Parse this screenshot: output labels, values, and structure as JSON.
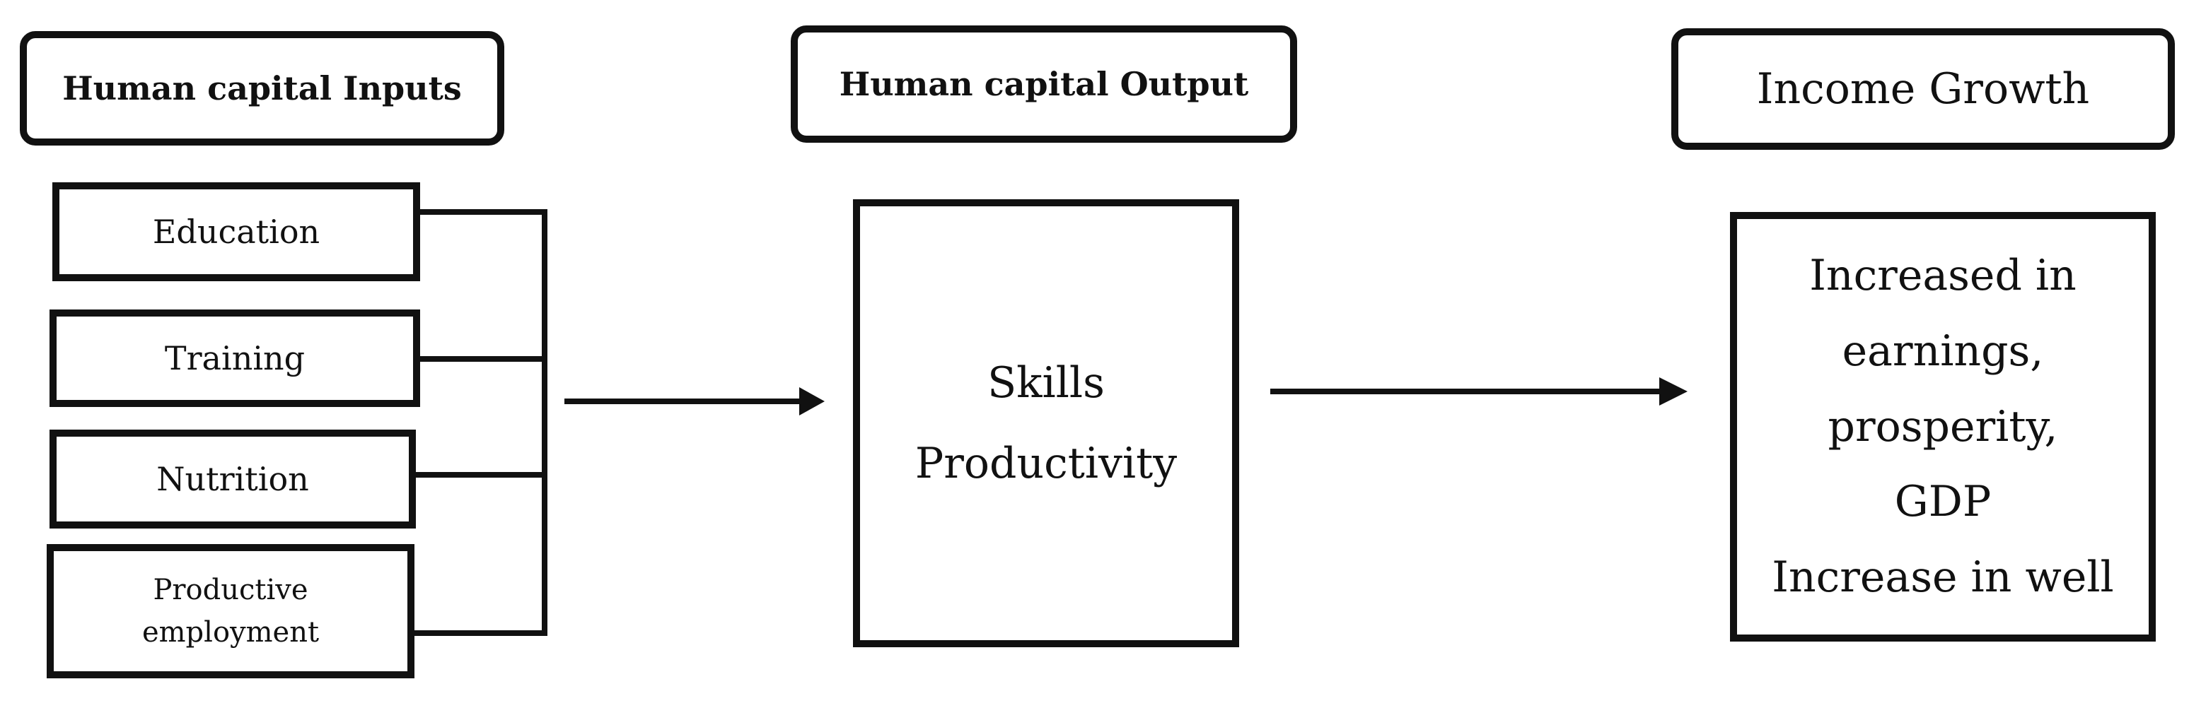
{
  "headers": {
    "inputs": "Human capital Inputs",
    "output": "Human capital Output",
    "income": "Income Growth"
  },
  "inputs": [
    "Education",
    "Training",
    "Nutrition",
    "Productive employment"
  ],
  "output_box": {
    "lines": [
      "Skills",
      "Productivity"
    ]
  },
  "income_box": {
    "lines": [
      "Increased in",
      "earnings,",
      "prosperity,",
      "GDP",
      "Increase in well"
    ]
  },
  "colors": {
    "stroke": "#111111",
    "background": "#ffffff"
  }
}
